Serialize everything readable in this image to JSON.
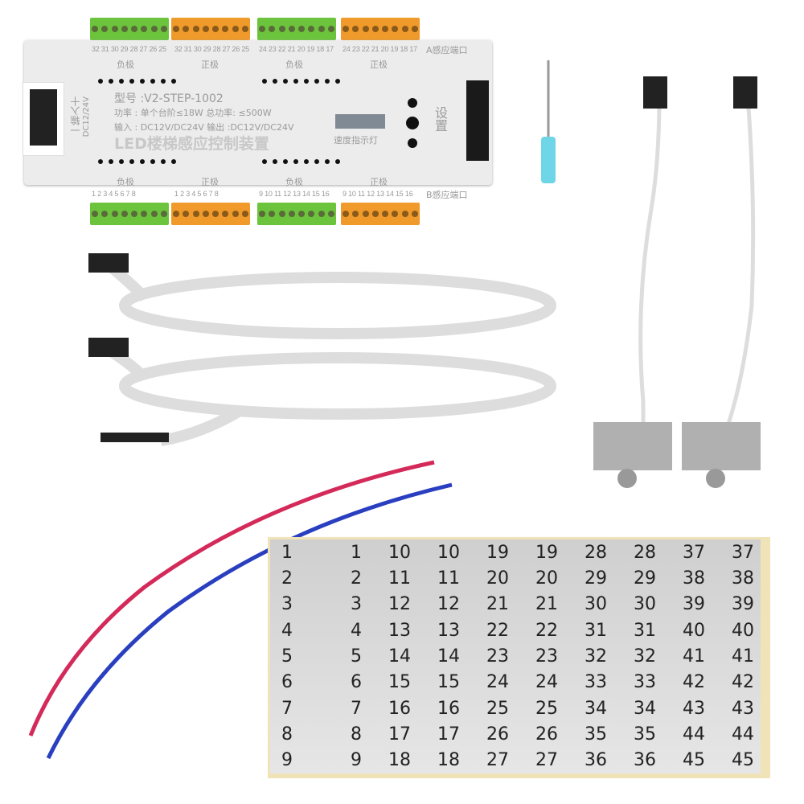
{
  "controller": {
    "model": "型号 :V2-STEP-1002",
    "power": "功率 : 单个台阶≤18W 总功率: ≤500W",
    "io": "输入 : DC12V/DC24V  输出 :DC12V/DC24V",
    "title": "LED楼梯感应控制装置",
    "speed_indicator": "速度指示灯",
    "settings": "设置",
    "input_label": "一输入十",
    "voltage": "DC12/24V",
    "port_a": "A感应端口",
    "port_b": "B感应端口",
    "negative": "负极",
    "positive": "正极",
    "top_numbers": [
      "32 31 30 29 28 27 26 25",
      "32 31 30 29 28 27 26 25",
      "24 23 22 21 20 19 18 17",
      "24 23 22 21 20 19 18 17"
    ],
    "bottom_numbers": [
      "1 2 3 4 5 6 7 8",
      "1 2 3 4 5 6 7 8",
      "9 10 11 12 13 14 15 16",
      "9 10 11 12 13 14 15 16"
    ]
  },
  "colors": {
    "green": "#6cc43c",
    "orange": "#ef9a2a",
    "red_wire": "#d42a5a",
    "blue_wire": "#2a3fc0"
  },
  "stickers": [
    [
      "1",
      "1",
      "10",
      "10",
      "19",
      "19",
      "28",
      "28",
      "37",
      "37"
    ],
    [
      "2",
      "2",
      "11",
      "11",
      "20",
      "20",
      "29",
      "29",
      "38",
      "38"
    ],
    [
      "3",
      "3",
      "12",
      "12",
      "21",
      "21",
      "30",
      "30",
      "39",
      "39"
    ],
    [
      "4",
      "4",
      "13",
      "13",
      "22",
      "22",
      "31",
      "31",
      "40",
      "40"
    ],
    [
      "5",
      "5",
      "14",
      "14",
      "23",
      "23",
      "32",
      "32",
      "41",
      "41"
    ],
    [
      "6",
      "6",
      "15",
      "15",
      "24",
      "24",
      "33",
      "33",
      "42",
      "42"
    ],
    [
      "7",
      "7",
      "16",
      "16",
      "25",
      "25",
      "34",
      "34",
      "43",
      "43"
    ],
    [
      "8",
      "8",
      "17",
      "17",
      "26",
      "26",
      "35",
      "35",
      "44",
      "44"
    ],
    [
      "9",
      "9",
      "18",
      "18",
      "27",
      "27",
      "36",
      "36",
      "45",
      "45"
    ]
  ]
}
